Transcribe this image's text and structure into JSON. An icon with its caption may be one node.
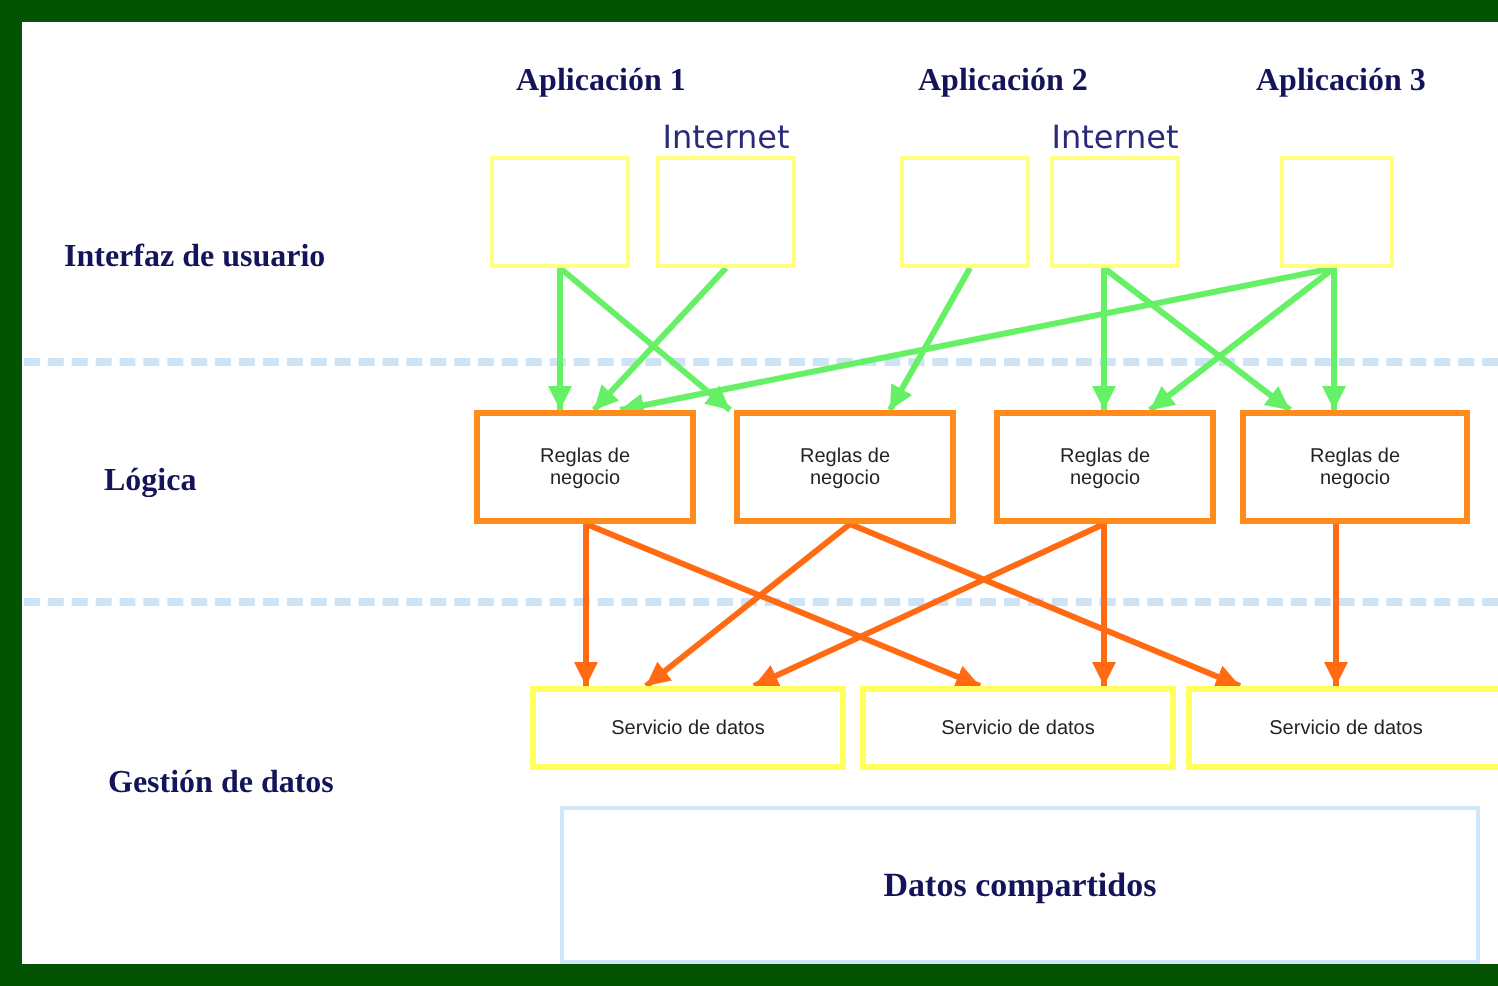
{
  "diagram": {
    "nodes": [
      {
        "text": [],
        "shape": "box"
      },
      {
        "text": [
          "Internet"
        ]
      },
      {
        "text": [],
        "shape": "box"
      },
      {
        "text": [
          "Internet"
        ]
      },
      {
        "text": [],
        "shape": "box"
      },
      {
        "text": [
          "Reglas de negocio"
        ]
      },
      {
        "text": [
          "Reglas de negocio"
        ]
      },
      {
        "text": [
          "Reglas de negocio"
        ]
      },
      {
        "text": [
          "Reglas de negocio"
        ]
      },
      {
        "text": [
          "Servicio de datos"
        ]
      },
      {
        "text": [
          "Servicio de datos"
        ]
      },
      {
        "text": [
          "Servicio de datos"
        ]
      },
      {
        "text": [
          "Datos compartidos"
        ]
      }
    ],
    "edges": [
      {
        "from": 0,
        "to": 5,
        "arrow": "to"
      },
      {
        "from": 0,
        "to": 6,
        "arrow": "to"
      },
      {
        "from": 1,
        "to": 5,
        "arrow": "to"
      },
      {
        "from": 2,
        "to": 6,
        "arrow": "to"
      },
      {
        "from": 3,
        "to": 7,
        "arrow": "to"
      },
      {
        "from": 3,
        "to": 8,
        "arrow": "to"
      },
      {
        "from": 4,
        "to": 5,
        "arrow": "to"
      },
      {
        "from": 4,
        "to": 7,
        "arrow": "to"
      },
      {
        "from": 4,
        "to": 8,
        "arrow": "to"
      },
      {
        "from": 5,
        "to": 9,
        "arrow": "to",
        "color": "#ff6a13"
      },
      {
        "from": 5,
        "to": 10,
        "arrow": "to",
        "color": "#ff6a13"
      },
      {
        "from": 6,
        "to": 9,
        "arrow": "to",
        "color": "#ff6a13"
      },
      {
        "from": 6,
        "to": 11,
        "arrow": "to",
        "color": "#ff6a13"
      },
      {
        "from": 7,
        "to": 9,
        "arrow": "to",
        "color": "#ff6a13"
      },
      {
        "from": 7,
        "to": 10,
        "arrow": "to",
        "color": "#ff6a13"
      },
      {
        "from": 8,
        "to": 11,
        "arrow": "to",
        "color": "#ff6a13"
      }
    ],
    "labels": [
      "Aplicación 1",
      "Aplicación 2",
      "Aplicación 3",
      "Interfaz de usuario",
      "Lógica",
      "Gestión de datos"
    ]
  }
}
